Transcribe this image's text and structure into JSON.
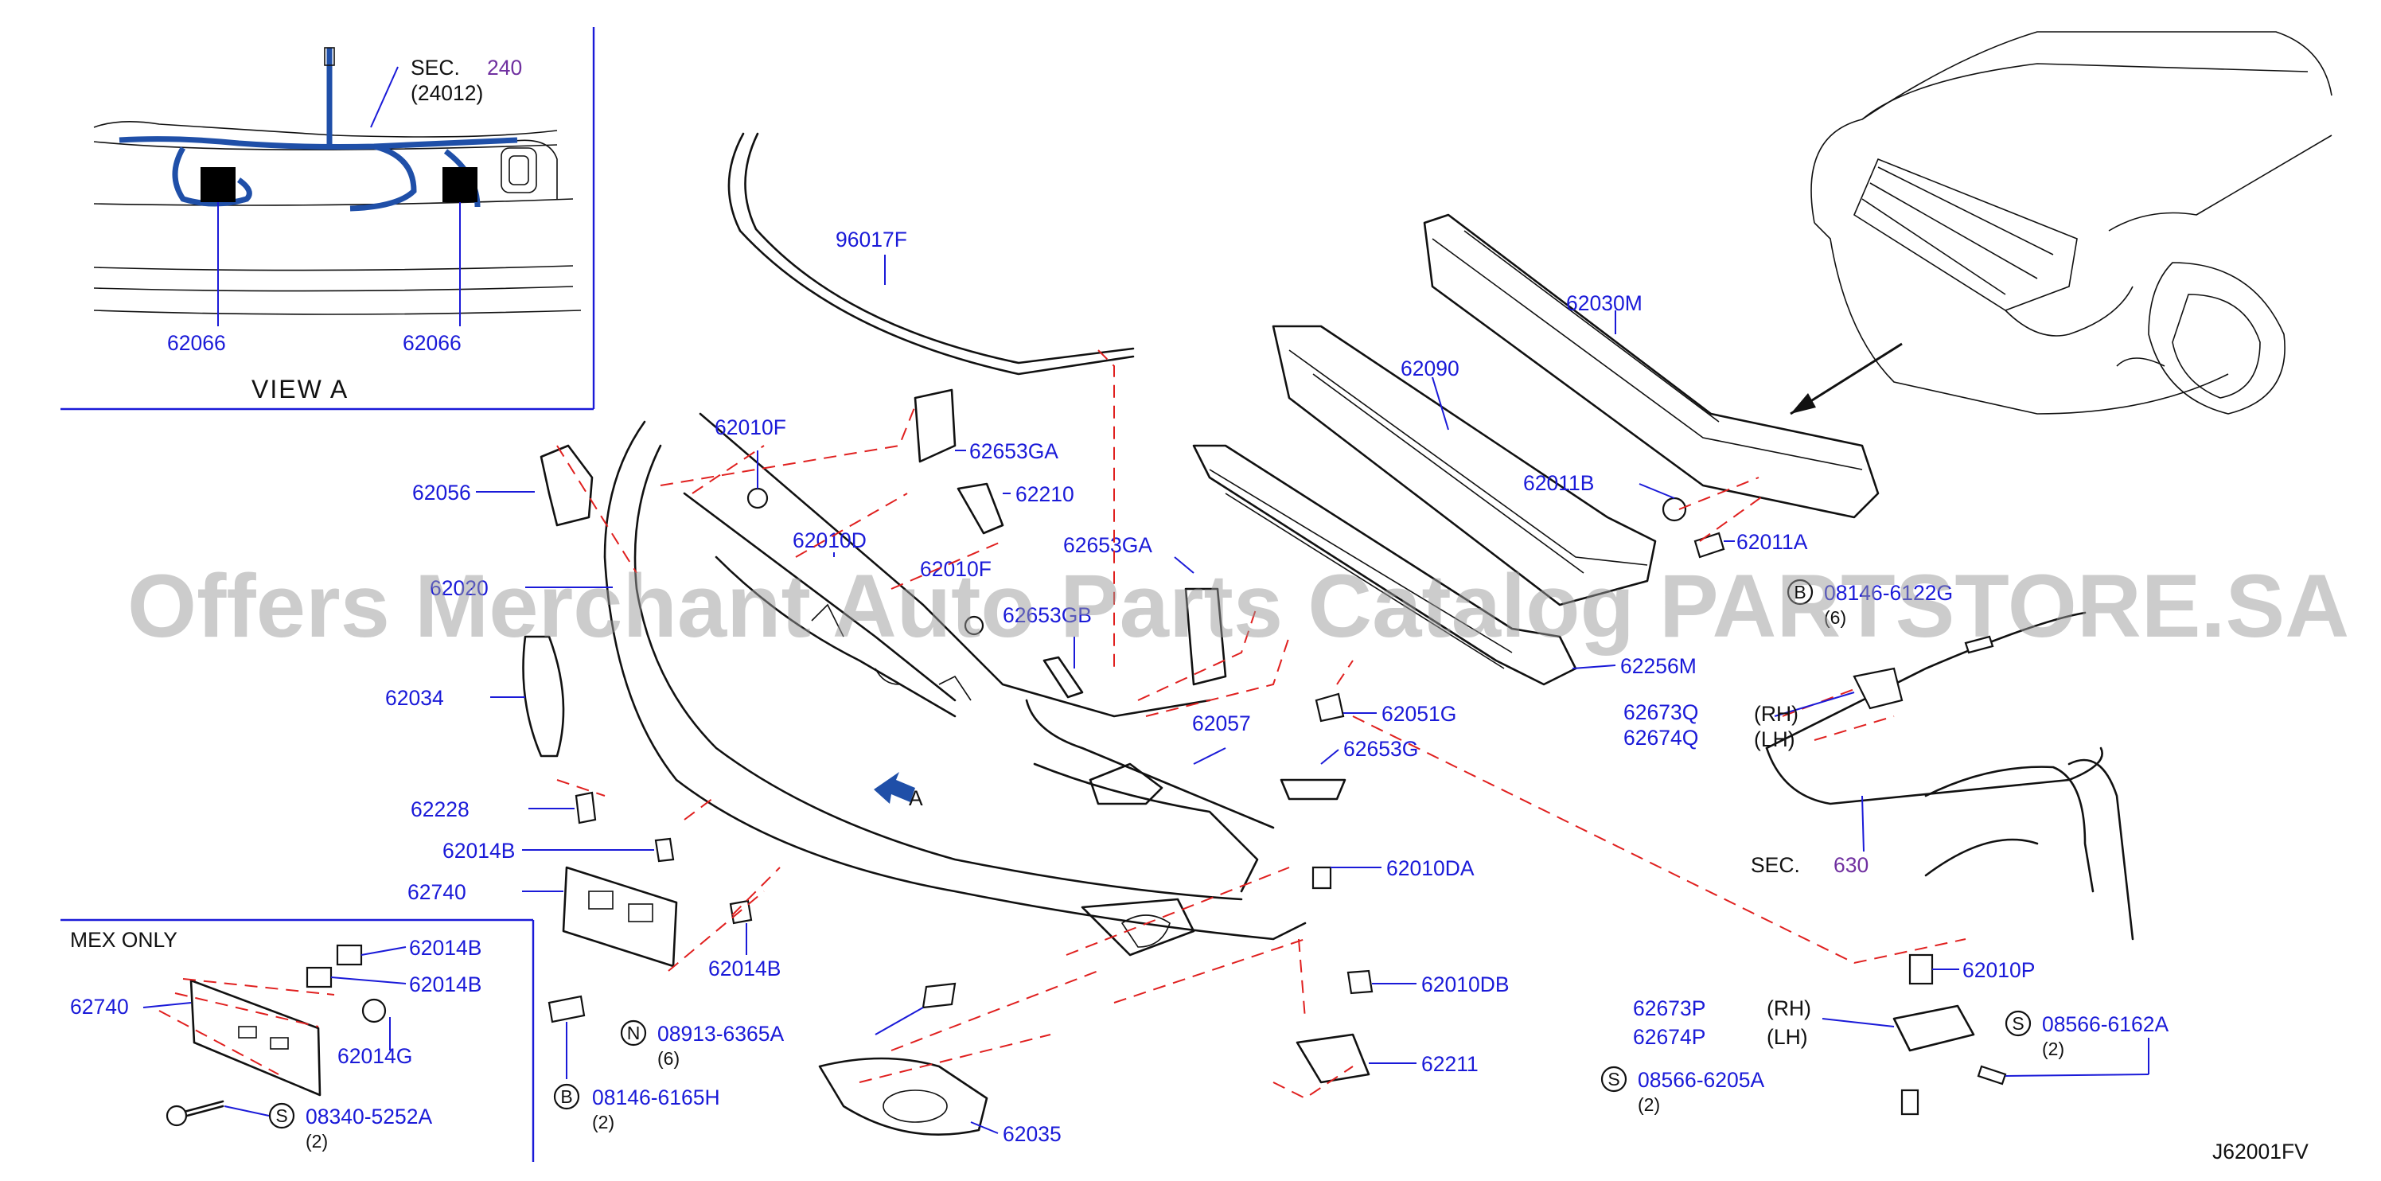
{
  "view_a": {
    "sec_label": "SEC.",
    "sec_num": "240",
    "sec_sub": "(24012)",
    "left_part": "62066",
    "right_part": "62066",
    "caption": "VIEW  A"
  },
  "mex": {
    "heading": "MEX   ONLY",
    "p62740": "62740",
    "p62014b_a": "62014B",
    "p62014b_b": "62014B",
    "p62014g": "62014G",
    "bolt_s": "S",
    "bolt_code": "08340-5252A",
    "bolt_qty": "(2)"
  },
  "parts": {
    "p96017f": "96017F",
    "p62030m": "62030M",
    "p62090": "62090",
    "p62011b": "62011B",
    "p62011a": "62011A",
    "p62010f_1": "62010F",
    "p62653ga_1": "62653GA",
    "p62210": "62210",
    "p62056": "62056",
    "p62010d": "62010D",
    "p62653ga_2": "62653GA",
    "p62010f_2": "62010F",
    "p62653gb": "62653GB",
    "p62020": "62020",
    "p62034": "62034",
    "p62256m": "62256M",
    "p62057": "62057",
    "p62051g": "62051G",
    "p62653g": "62653G",
    "p62673q": "62673Q",
    "rh_1": "(RH)",
    "p62674q": "62674Q",
    "lh_1": "(LH)",
    "p62228": "62228",
    "p62014b": "62014B",
    "p62740": "62740",
    "p62014b_2": "62014B",
    "p62010da": "62010DA",
    "p62010db": "62010DB",
    "p62010p": "62010P",
    "p62673p": "62673P",
    "rh_2": "(RH)",
    "p62674p": "62674P",
    "lh_2": "(LH)",
    "p62211": "62211",
    "p62035": "62035",
    "view_arrow": "A",
    "sec630_label": "SEC.",
    "sec630_num": "630"
  },
  "callouts": {
    "b_top_letter": "B",
    "b_top_code": "08146-6122G",
    "b_top_qty": "(6)",
    "n_letter": "N",
    "n_code": "08913-6365A",
    "n_qty": "(6)",
    "b_bot_letter": "B",
    "b_bot_code": "08146-6165H",
    "b_bot_qty": "(2)",
    "s_right_letter": "S",
    "s_right_code": "08566-6162A",
    "s_right_qty": "(2)",
    "s_left_letter": "S",
    "s_left_code": "08566-6205A",
    "s_left_qty": "(2)"
  },
  "watermark": "Offers Merchant Auto Parts Catalog PARTSTORE.SA",
  "diagram_id": "J62001FV",
  "colors": {
    "part_number": "#1a1ad8",
    "section_number": "#7030a0",
    "dashed_guide": "#e0201f",
    "harness": "#1f4fa8"
  }
}
